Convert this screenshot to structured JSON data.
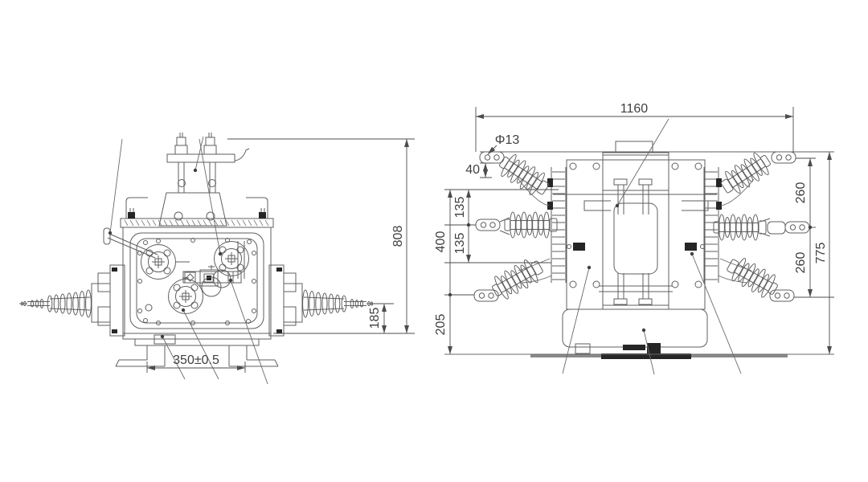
{
  "drawing": {
    "type": "technical-outline-drawing",
    "subject": "outdoor pole-mounted vacuum circuit breaker, front and side elevation views with dimensions",
    "units": "mm",
    "colors": {
      "background": "#ffffff",
      "line": "#5f5f5f",
      "dim_line": "#4c4c4c",
      "text": "#3f3f3f",
      "solid_fill": "#262626"
    },
    "front_view": {
      "dims": {
        "overall_height": "808",
        "bushing_axis_to_base": "185",
        "mounting_hole_spacing": "350±0.5"
      }
    },
    "side_view": {
      "dims": {
        "overall_width": "1160",
        "terminal_hole_diameter": "Φ13",
        "terminal_pad_offset": "40",
        "upper_gap": "135",
        "lower_gap": "135",
        "terminal_span": "400",
        "base_height": "205",
        "upper_terminal_gap": "260",
        "lower_terminal_gap": "260",
        "terminal_height": "775"
      }
    }
  }
}
